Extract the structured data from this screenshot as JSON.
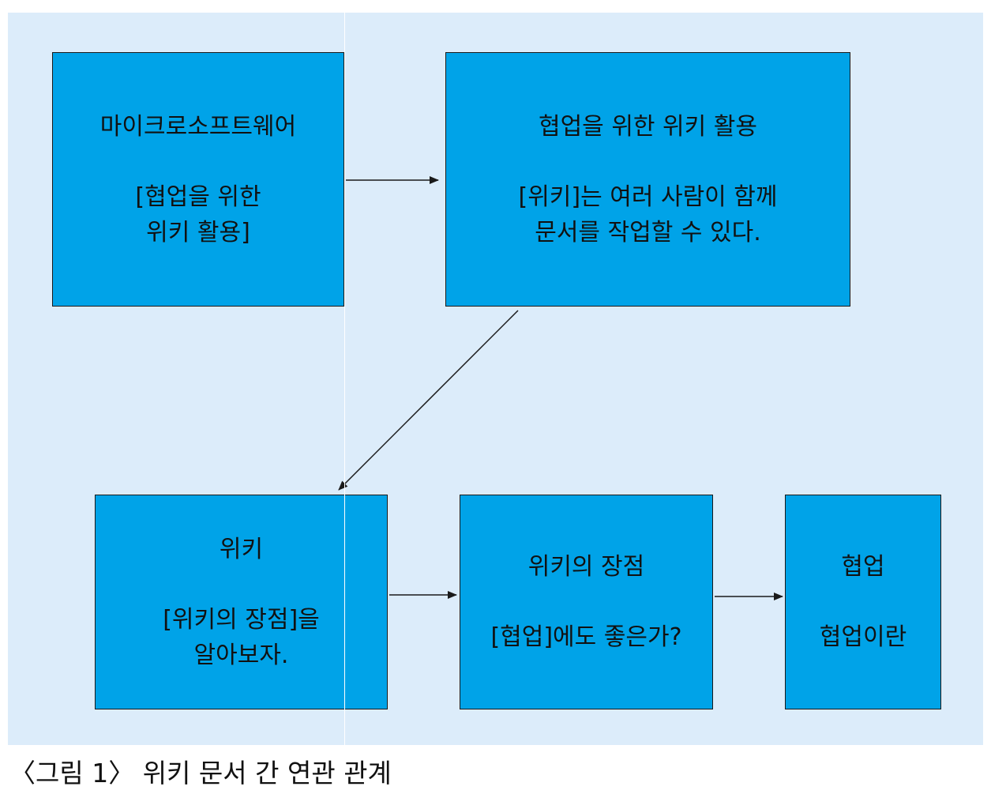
{
  "colors": {
    "background": "#dcecfa",
    "node_fill": "#00a3e8",
    "border": "#1a1a1a"
  },
  "nodes": {
    "microsoft": {
      "title": "마이크로소프트웨어",
      "desc_line1": "[협업을 위한",
      "desc_line2": "위키 활용]"
    },
    "collab_wiki": {
      "title": "협업을 위한 위키 활용",
      "desc_line1": "[위키]는 여러 사람이 함께",
      "desc_line2": "문서를 작업할 수 있다."
    },
    "wiki": {
      "title": "위키",
      "desc_line1": "[위키의 장점]을",
      "desc_line2": "알아보자."
    },
    "wiki_merits": {
      "title": "위키의 장점",
      "desc_line1": "[협업]에도 좋은가?"
    },
    "collab": {
      "title": "협업",
      "desc_line1": "협업이란"
    }
  },
  "caption": "〈그림 1〉 위키 문서 간 연관 관계"
}
